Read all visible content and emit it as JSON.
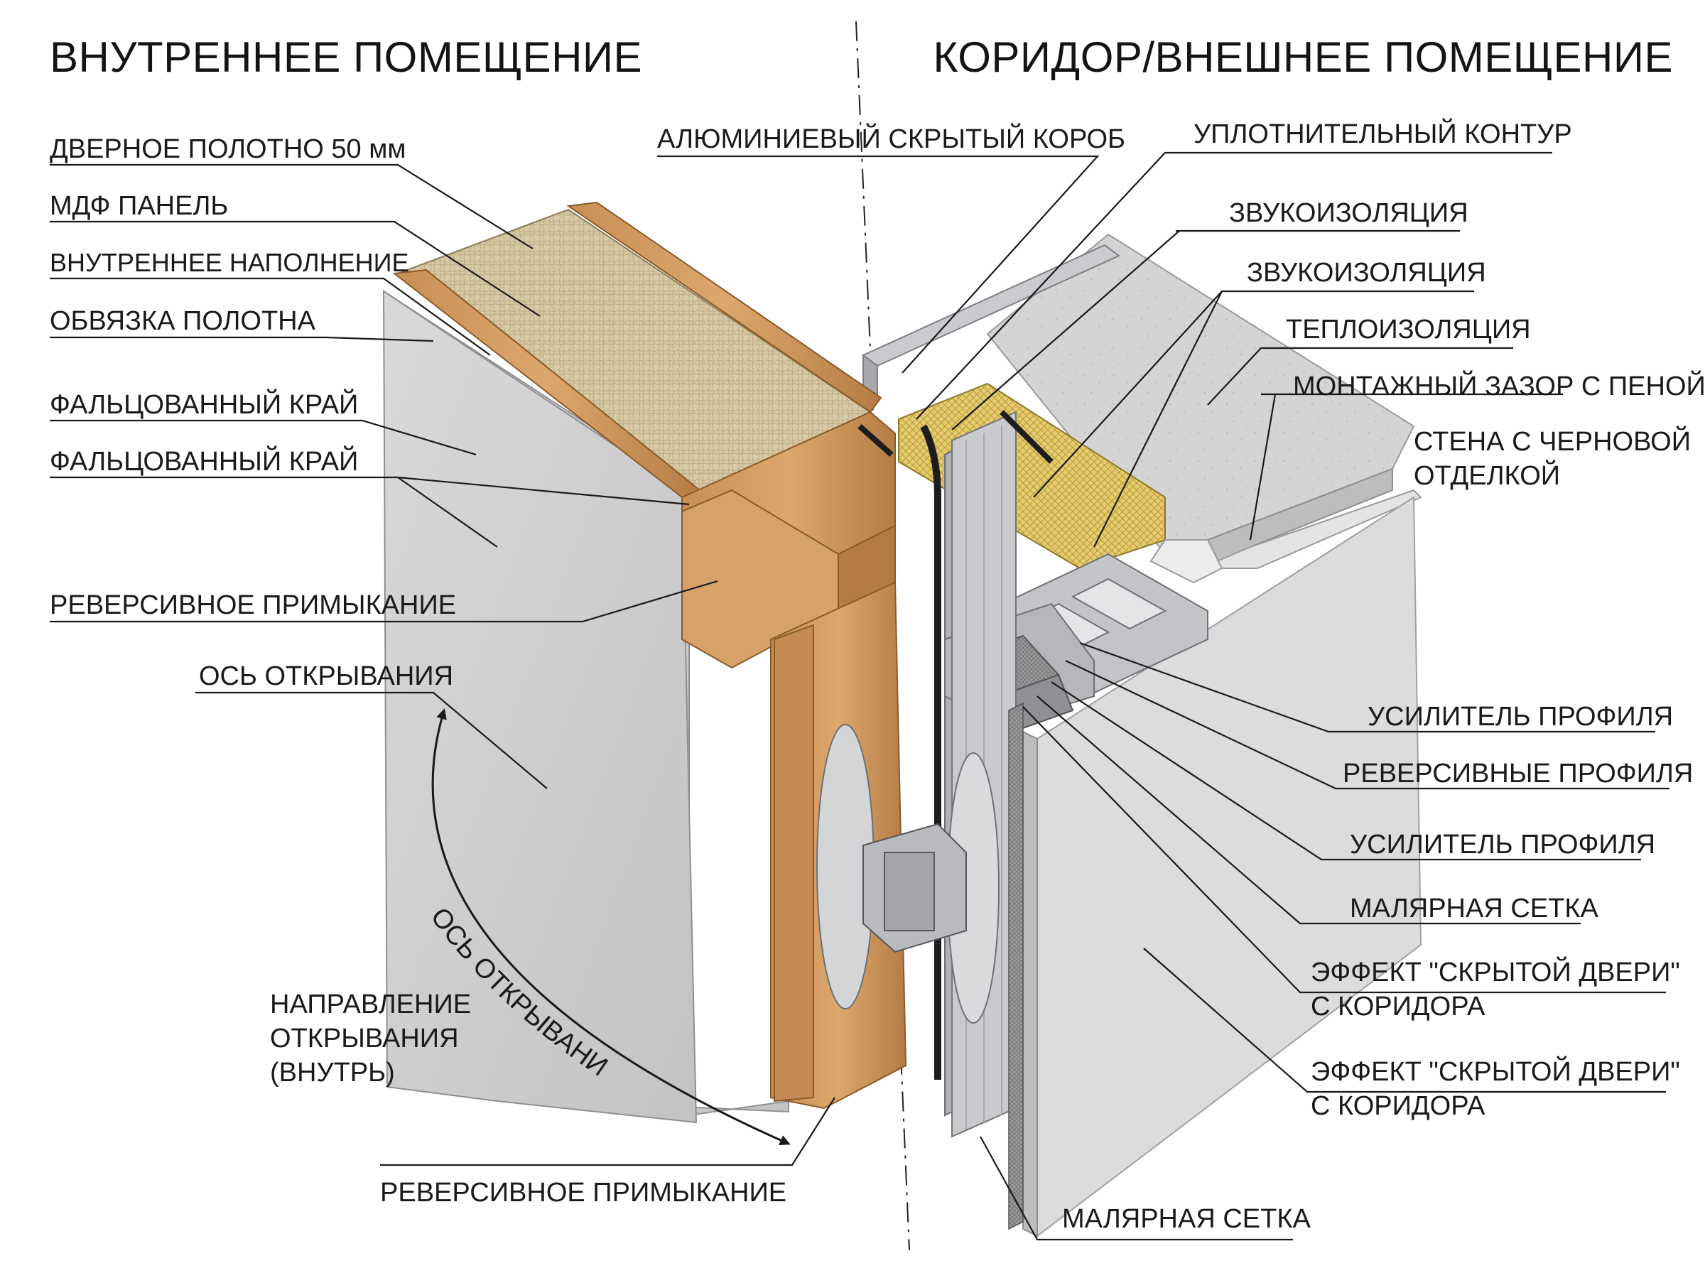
{
  "headings": {
    "left": "ВНУТРЕННЕЕ ПОМЕЩЕНИЕ",
    "right": "КОРИДОР/ВНЕШНЕЕ ПОМЕЩЕНИЕ"
  },
  "left_labels": {
    "door_leaf": "ДВЕРНОЕ ПОЛОТНО 50 мм",
    "mdf_panel": "МДФ ПАНЕЛЬ",
    "inner_filling": "ВНУТРЕННЕЕ НАПОЛНЕНИЕ",
    "leaf_frame": "ОБВЯЗКА ПОЛОТНА",
    "rebated_edge_1": "ФАЛЬЦОВАННЫЙ КРАЙ",
    "rebated_edge_2": "ФАЛЬЦОВАННЫЙ КРАЙ",
    "reversible_joint_top": "РЕВЕРСИВНОЕ ПРИМЫКАНИЕ",
    "opening_axis": "ОСЬ ОТКРЫВАНИЯ",
    "direction_line1": "НАПРАВЛЕНИЕ",
    "direction_line2": "ОТКРЫВАНИЯ",
    "direction_line3": "(ВНУТРЬ)",
    "arc_text": "ОСЬ ОТКРЫВАНИЯ",
    "reversible_joint_bottom": "РЕВЕРСИВНОЕ ПРИМЫКАНИЕ"
  },
  "right_labels": {
    "aluminium_box": "АЛЮМИНИЕВЫЙ СКРЫТЫЙ КОРОБ",
    "seal_contour": "УПЛОТНИТЕЛЬНЫЙ КОНТУР",
    "sound_insulation_1": "ЗВУКОИЗОЛЯЦИЯ",
    "sound_insulation_2": "ЗВУКОИЗОЛЯЦИЯ",
    "thermal_insulation": "ТЕПЛОИЗОЛЯЦИЯ",
    "mounting_gap": "МОНТАЖНЫЙ ЗАЗОР С ПЕНОЙ",
    "rough_wall_line1": "СТЕНА С ЧЕРНОВОЙ",
    "rough_wall_line2": "ОТДЕЛКОЙ",
    "profile_reinforcement_1": "УСИЛИТЕЛЬ ПРОФИЛЯ",
    "reversible_profiles": "РЕВЕРСИВНЫЕ ПРОФИЛЯ",
    "profile_reinforcement_2": "УСИЛИТЕЛЬ ПРОФИЛЯ",
    "painting_mesh_1": "МАЛЯРНАЯ СЕТКА",
    "hidden_door_1_line1": "ЭФФЕКТ \"СКРЫТОЙ ДВЕРИ\"",
    "hidden_door_1_line2": "С КОРИДОРА",
    "hidden_door_2_line1": "ЭФФЕКТ \"СКРЫТОЙ ДВЕРИ\"",
    "hidden_door_2_line2": "С КОРИДОРА",
    "painting_mesh_2": "МАЛЯРНАЯ СЕТКА"
  },
  "colors": {
    "wood": "#d09a63",
    "wood_dark": "#a8733f",
    "filling": "#d6c8a4",
    "panel": "#cfcfd1",
    "aluminium": "#b7b9bc",
    "concrete": "#d3d3d3",
    "foam_yellow": "#e8cf72",
    "ink": "#1a1a1a"
  }
}
